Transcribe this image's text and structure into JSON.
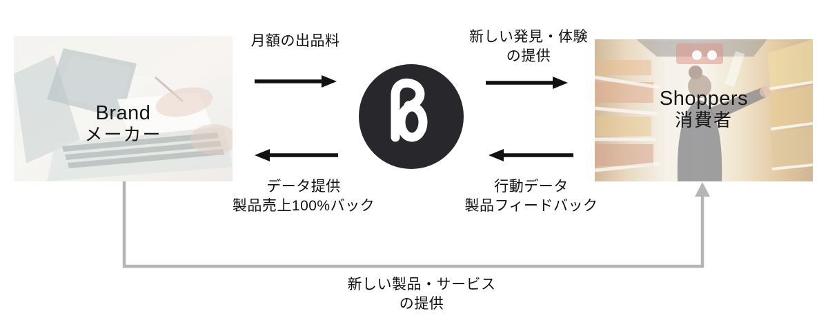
{
  "nodes": {
    "brand": {
      "title": "Brand",
      "subtitle": "メーカー"
    },
    "platform": {
      "logo_letter": "B"
    },
    "shoppers": {
      "title": "Shoppers",
      "subtitle": "消費者"
    }
  },
  "flows": {
    "brand_to_platform": {
      "line1": "月額の出品料",
      "direction": "brand to platform"
    },
    "platform_to_shoppers": {
      "line1": "新しい発見・体験",
      "line2": "の提供",
      "direction": "platform to shoppers"
    },
    "platform_to_brand": {
      "line1": "データ提供",
      "line2": "製品売上100%バック",
      "direction": "platform to brand"
    },
    "shoppers_to_platform": {
      "line1": "行動データ",
      "line2": "製品フィードバック",
      "direction": "shoppers to platform"
    },
    "brand_to_shoppers": {
      "line1": "新しい製品・サービス",
      "line2": "の提供",
      "direction": "brand to shoppers"
    }
  },
  "colors": {
    "arrow": "#111111",
    "text": "#111111",
    "connector": "#b5b5b5",
    "logo_circle": "#28272b",
    "logo_glyph": "#ffffff"
  }
}
